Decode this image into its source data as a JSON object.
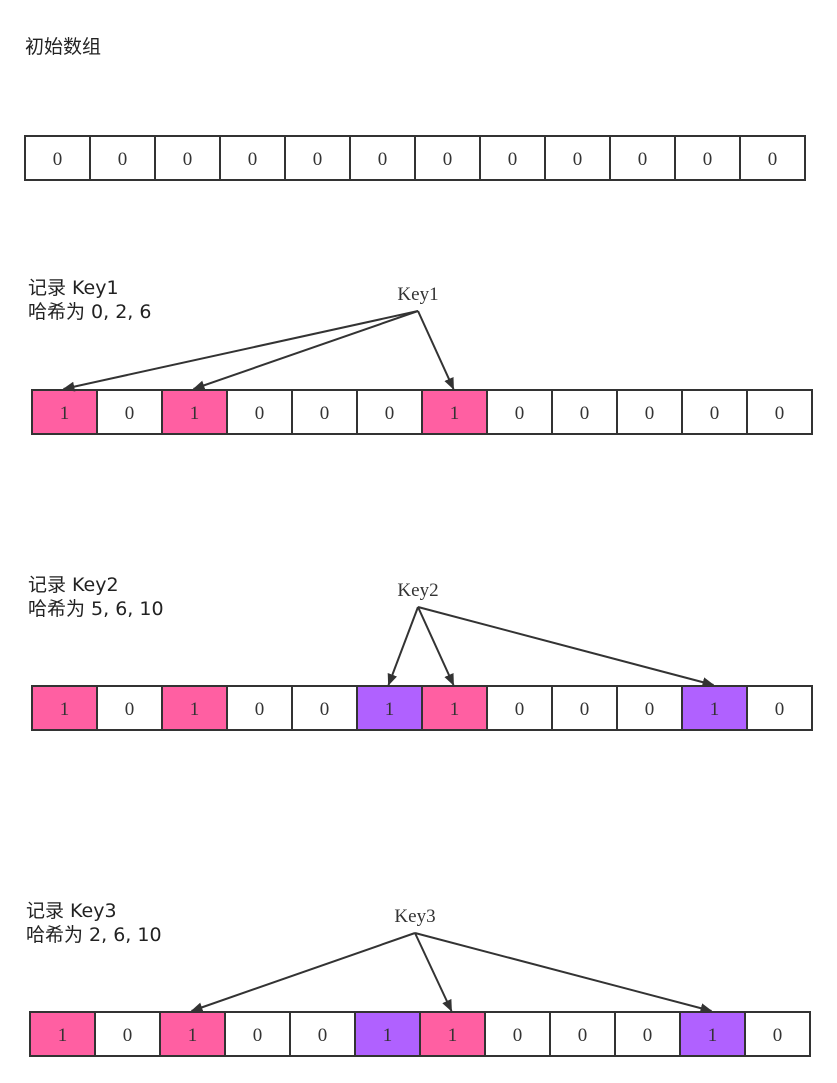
{
  "title": "初始数组",
  "colors": {
    "key1": "#ff5fa2",
    "key2": "#b061ff",
    "line": "#333333"
  },
  "initial_array": {
    "cells": [
      "0",
      "0",
      "0",
      "0",
      "0",
      "0",
      "0",
      "0",
      "0",
      "0",
      "0",
      "0"
    ]
  },
  "sections": [
    {
      "caption_line1": "记录 Key1",
      "caption_line2": "哈希为 0, 2, 6",
      "key_label": "Key1",
      "cells": [
        "1",
        "0",
        "1",
        "0",
        "0",
        "0",
        "1",
        "0",
        "0",
        "0",
        "0",
        "0"
      ],
      "cell_colors": [
        "key1",
        "",
        "key1",
        "",
        "",
        "",
        "key1",
        "",
        "",
        "",
        "",
        ""
      ],
      "targets": [
        0,
        2,
        6
      ]
    },
    {
      "caption_line1": "记录 Key2",
      "caption_line2": "哈希为 5, 6, 10",
      "key_label": "Key2",
      "cells": [
        "1",
        "0",
        "1",
        "0",
        "0",
        "1",
        "1",
        "0",
        "0",
        "0",
        "1",
        "0"
      ],
      "cell_colors": [
        "key1",
        "",
        "key1",
        "",
        "",
        "key2",
        "key1",
        "",
        "",
        "",
        "key2",
        ""
      ],
      "targets": [
        5,
        6,
        10
      ]
    },
    {
      "caption_line1": "记录 Key3",
      "caption_line2": "哈希为 2, 6, 10",
      "key_label": "Key3",
      "cells": [
        "1",
        "0",
        "1",
        "0",
        "0",
        "1",
        "1",
        "0",
        "0",
        "0",
        "1",
        "0"
      ],
      "cell_colors": [
        "key1",
        "",
        "key1",
        "",
        "",
        "key2",
        "key1",
        "",
        "",
        "",
        "key2",
        ""
      ],
      "targets": [
        2,
        6,
        10
      ]
    }
  ]
}
